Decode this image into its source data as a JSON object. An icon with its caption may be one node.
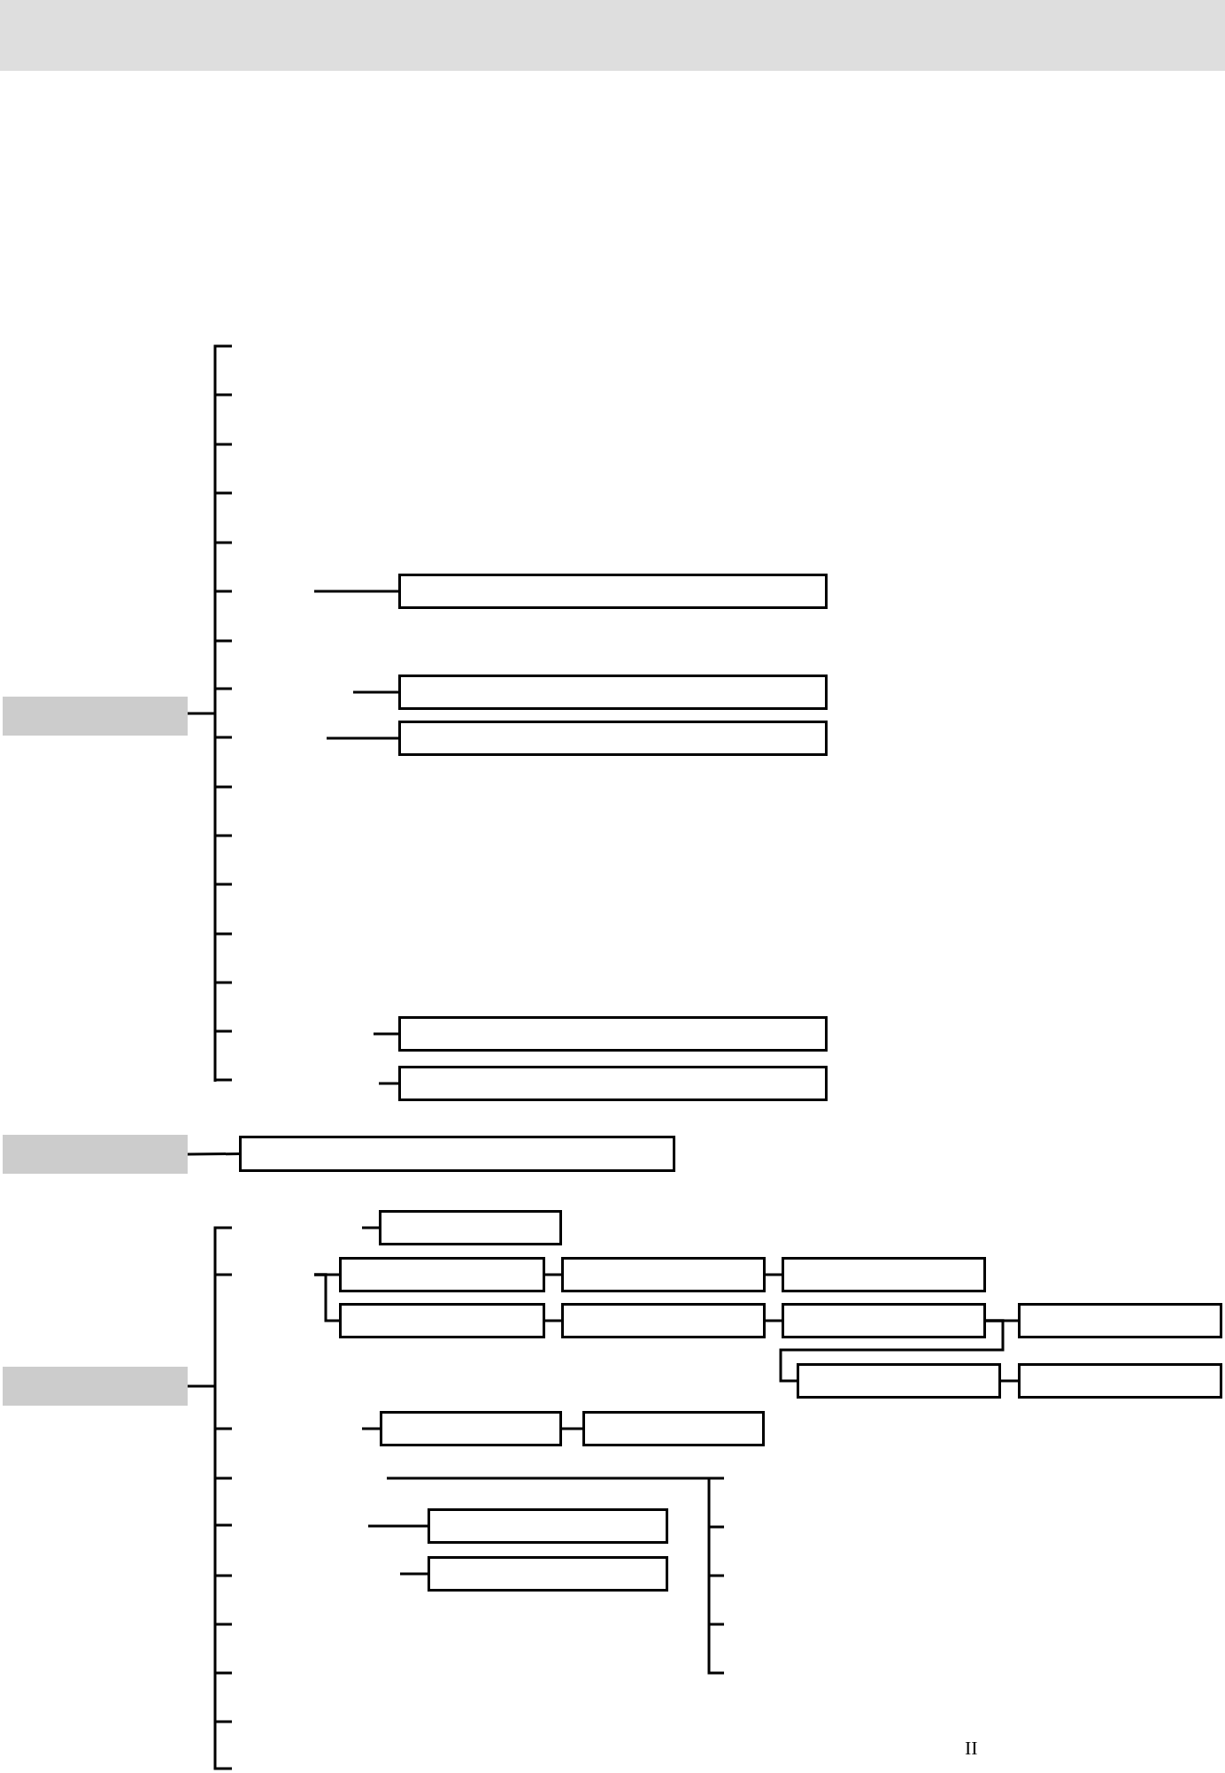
{
  "diagram": {
    "nodes": [
      {
        "text": [],
        "shape": "bar"
      },
      {
        "text": [],
        "shape": "box"
      },
      {
        "text": [],
        "shape": "box"
      },
      {
        "text": [],
        "shape": "box"
      },
      {
        "text": [],
        "shape": "box"
      },
      {
        "text": [],
        "shape": "box"
      },
      {
        "text": [],
        "shape": "bar"
      },
      {
        "text": [],
        "shape": "box"
      },
      {
        "text": [],
        "shape": "bar"
      },
      {
        "text": [],
        "shape": "box"
      },
      {
        "text": [],
        "shape": "box"
      },
      {
        "text": [],
        "shape": "box"
      },
      {
        "text": [],
        "shape": "box"
      },
      {
        "text": [],
        "shape": "box"
      },
      {
        "text": [],
        "shape": "box"
      },
      {
        "text": [],
        "shape": "box"
      },
      {
        "text": [],
        "shape": "box"
      },
      {
        "text": [],
        "shape": "box"
      },
      {
        "text": [],
        "shape": "box"
      },
      {
        "text": [],
        "shape": "box"
      },
      {
        "text": [],
        "shape": "box"
      },
      {
        "text": [],
        "shape": "box"
      },
      {
        "text": [],
        "shape": "box"
      }
    ],
    "edges": [
      {
        "from": null,
        "to": 1,
        "arrow": "none"
      },
      {
        "from": null,
        "to": 2,
        "arrow": "none"
      },
      {
        "from": null,
        "to": 3,
        "arrow": "none"
      },
      {
        "from": null,
        "to": 4,
        "arrow": "none"
      },
      {
        "from": null,
        "to": 5,
        "arrow": "none"
      },
      {
        "from": 6,
        "to": 7,
        "arrow": "none"
      },
      {
        "from": null,
        "to": 9,
        "arrow": "none"
      },
      {
        "from": null,
        "to": 10,
        "arrow": "none"
      },
      {
        "from": null,
        "to": 13,
        "arrow": "none"
      },
      {
        "from": 10,
        "to": 11,
        "arrow": "none"
      },
      {
        "from": 11,
        "to": 12,
        "arrow": "none"
      },
      {
        "from": 13,
        "to": 14,
        "arrow": "none"
      },
      {
        "from": 14,
        "to": 15,
        "arrow": "none"
      },
      {
        "from": 15,
        "to": 16,
        "arrow": "none"
      },
      {
        "from": 15,
        "to": 17,
        "arrow": "none"
      },
      {
        "from": 17,
        "to": 18,
        "arrow": "none"
      },
      {
        "from": null,
        "to": 19,
        "arrow": "none"
      },
      {
        "from": 19,
        "to": 20,
        "arrow": "none"
      },
      {
        "from": null,
        "to": 21,
        "arrow": "none"
      },
      {
        "from": null,
        "to": 22,
        "arrow": "none"
      }
    ],
    "labels": [
      "II"
    ]
  }
}
